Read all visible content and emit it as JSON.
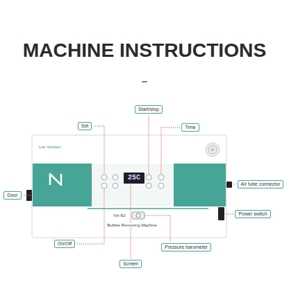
{
  "diagram": {
    "title": "MACHINE INSTRUCTIONS",
    "nodes": [
      {
        "text": [
          "Start/stop"
        ]
      },
      {
        "text": [
          "Set"
        ]
      },
      {
        "text": [
          "Time"
        ]
      },
      {
        "text": [
          "Air tube connector"
        ]
      },
      {
        "text": [
          "Door"
        ]
      },
      {
        "text": [
          "Power switch"
        ]
      },
      {
        "text": [
          "On/Off"
        ]
      },
      {
        "text": [
          "Pressure barometer"
        ]
      },
      {
        "text": [
          "Screen"
        ]
      }
    ],
    "labels": [
      "Lite Version",
      "25C",
      "NA-B2",
      "Bubble Removing Machine"
    ]
  }
}
